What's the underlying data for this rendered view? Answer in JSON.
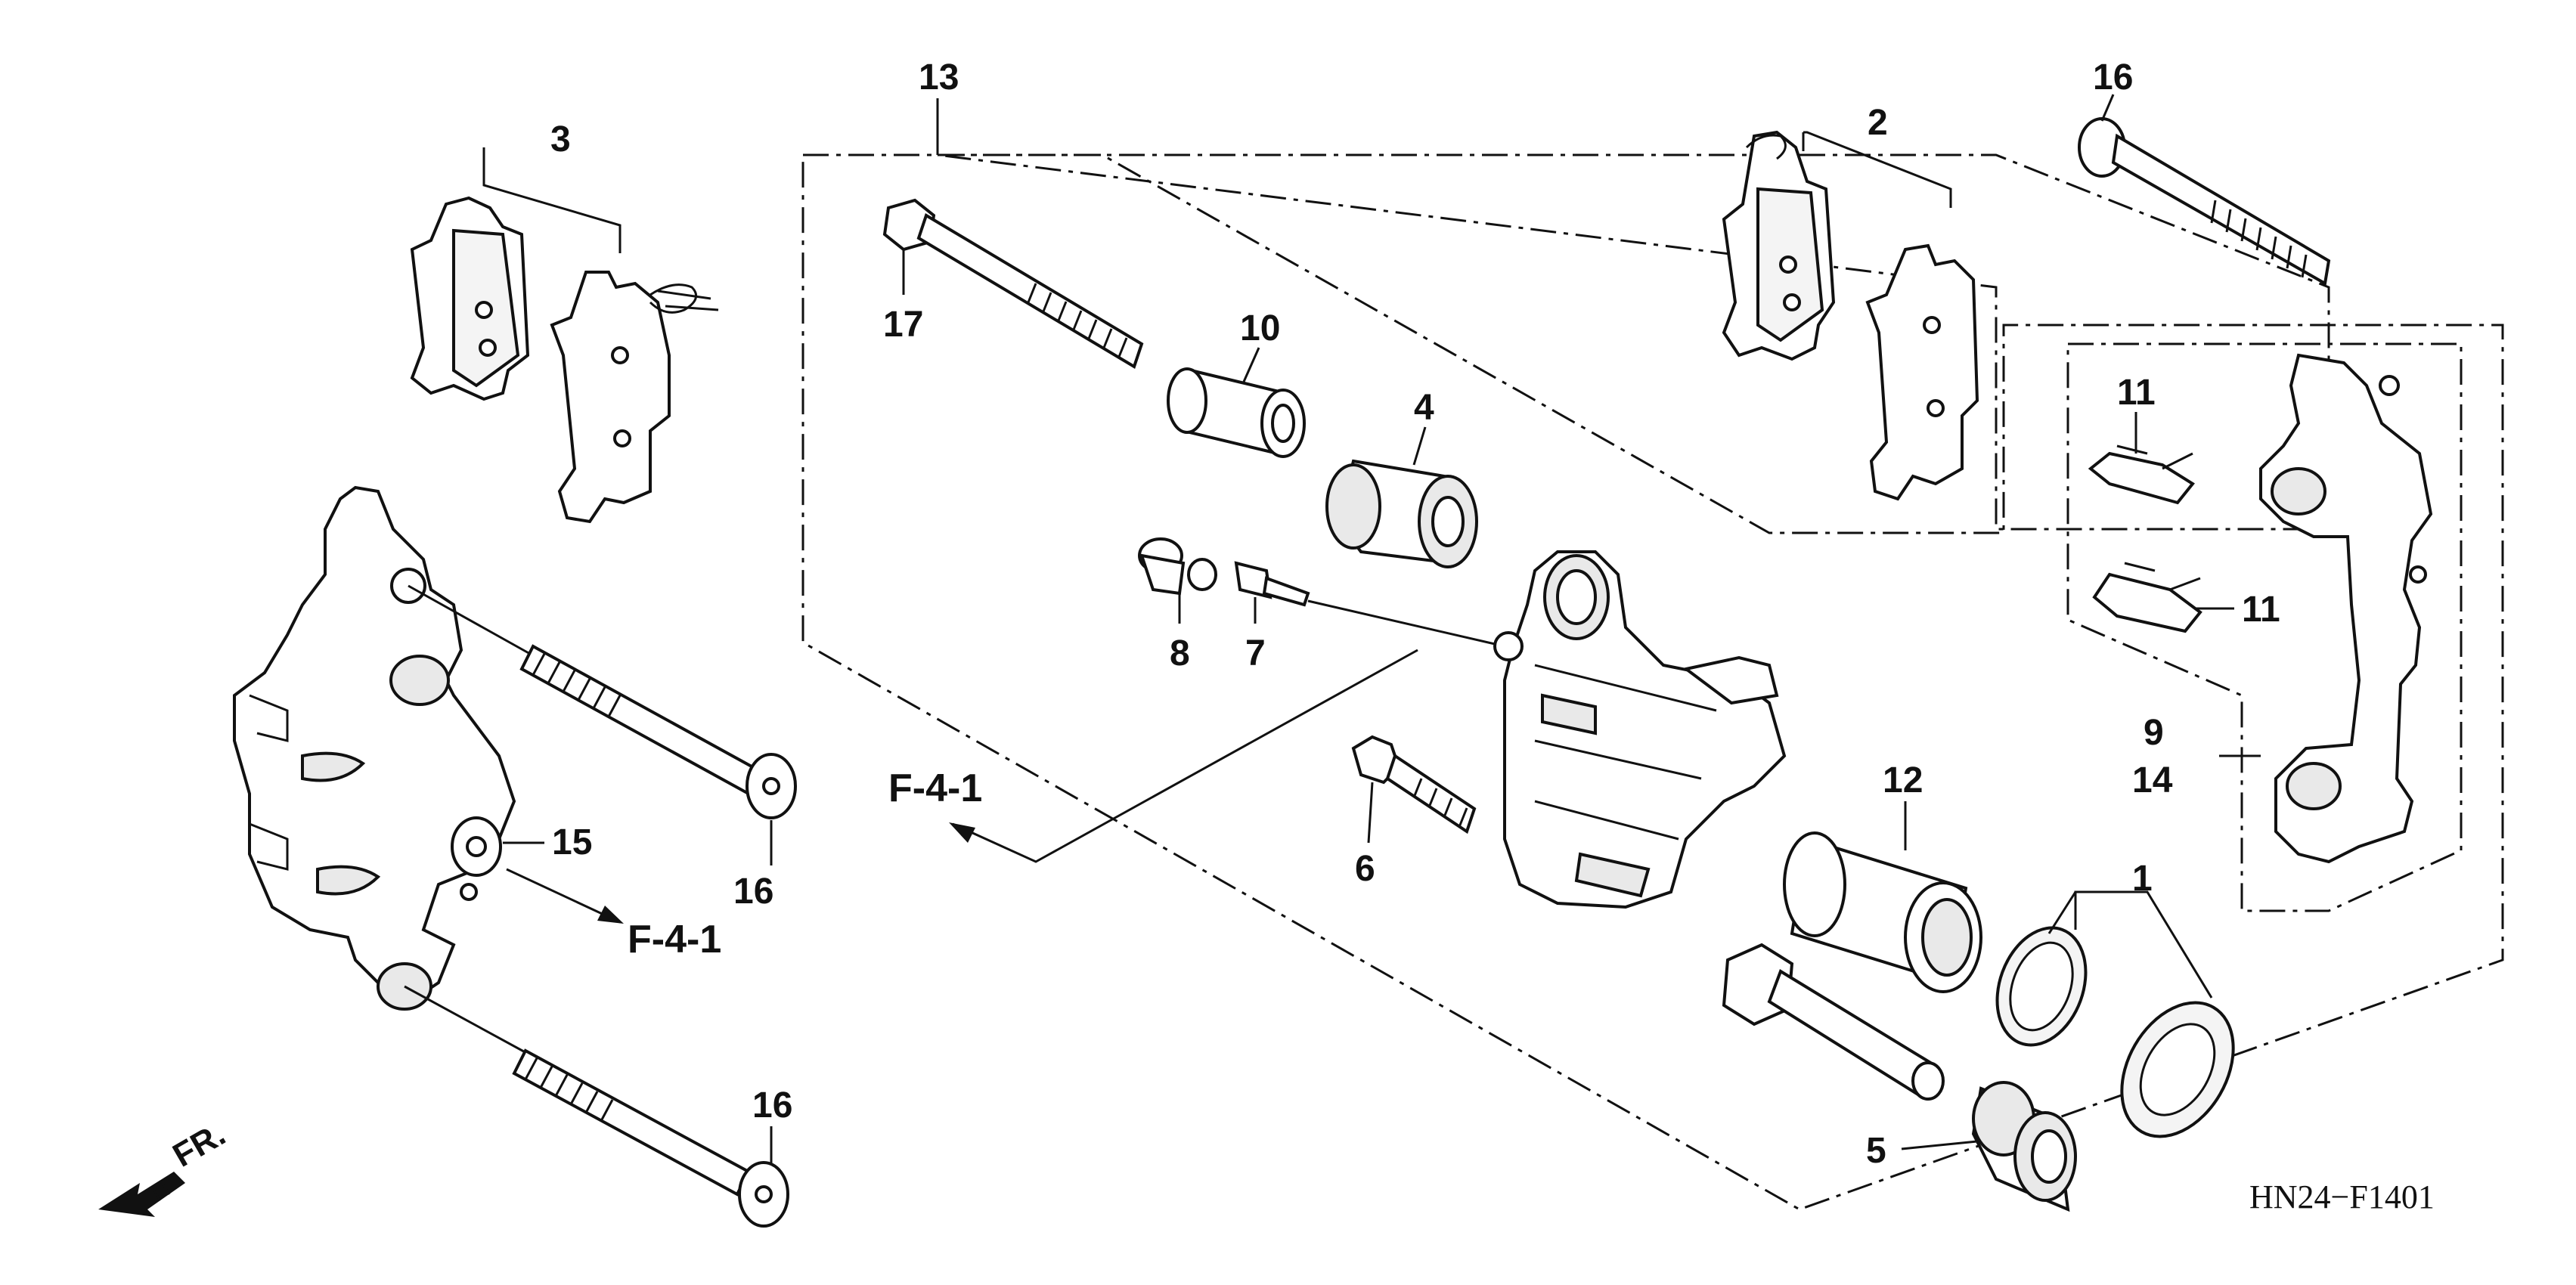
{
  "diagram": {
    "code": "HN24−F1401",
    "direction_label": "FR.",
    "callouts": {
      "c1": "1",
      "c2": "2",
      "c3": "3",
      "c4": "4",
      "c5": "5",
      "c6": "6",
      "c7": "7",
      "c8": "8",
      "c9": "9",
      "c10": "10",
      "c11a": "11",
      "c11b": "11",
      "c12": "12",
      "c13": "13",
      "c14": "14",
      "c15": "15",
      "c16a": "16",
      "c16b": "16",
      "c16c": "16",
      "c17": "17"
    },
    "references": {
      "left": "F-4-1",
      "center": "F-4-1"
    }
  }
}
